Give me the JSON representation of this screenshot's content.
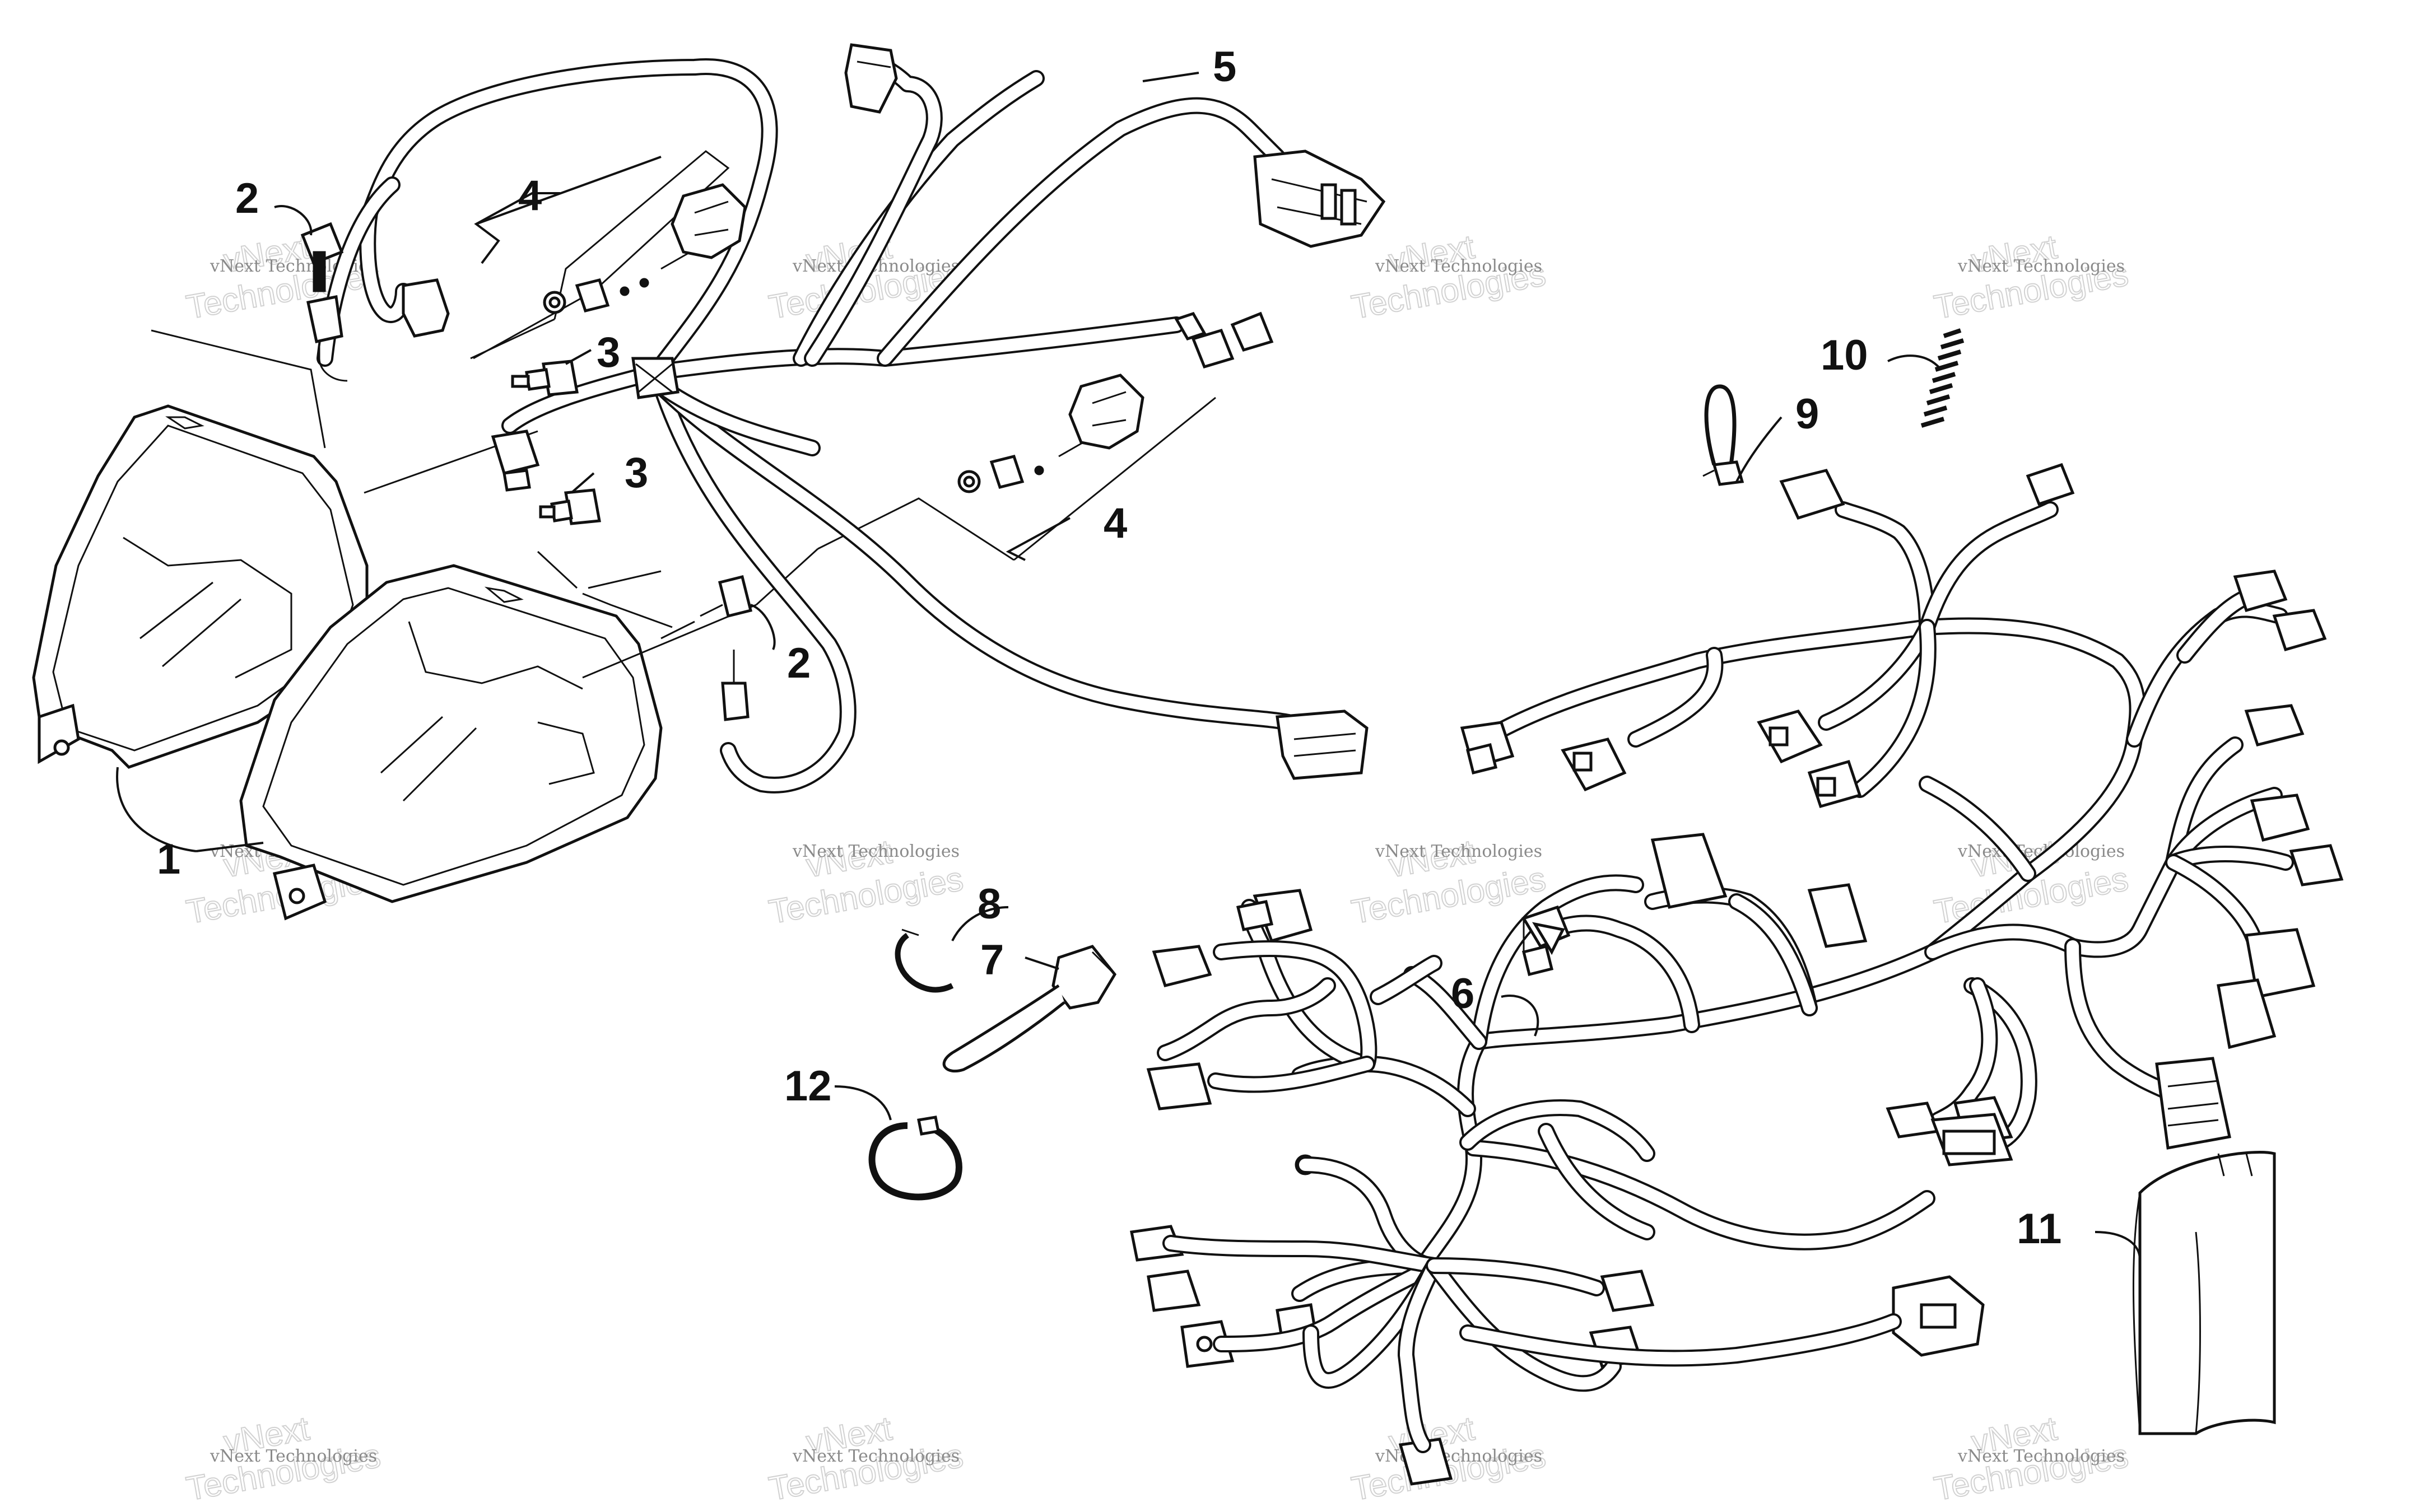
{
  "callouts": [
    {
      "id": "1",
      "label": "1"
    },
    {
      "id": "2a",
      "label": "2"
    },
    {
      "id": "2b",
      "label": "2"
    },
    {
      "id": "3a",
      "label": "3"
    },
    {
      "id": "3b",
      "label": "3"
    },
    {
      "id": "4a",
      "label": "4"
    },
    {
      "id": "4b",
      "label": "4"
    },
    {
      "id": "5",
      "label": "5"
    },
    {
      "id": "6",
      "label": "6"
    },
    {
      "id": "7",
      "label": "7"
    },
    {
      "id": "8",
      "label": "8"
    },
    {
      "id": "9",
      "label": "9"
    },
    {
      "id": "10",
      "label": "10"
    },
    {
      "id": "11",
      "label": "11"
    },
    {
      "id": "12",
      "label": "12"
    }
  ],
  "watermark": {
    "small_text": "vNext Technologies",
    "large_line1": "vNext",
    "large_line2": "Technologies"
  }
}
